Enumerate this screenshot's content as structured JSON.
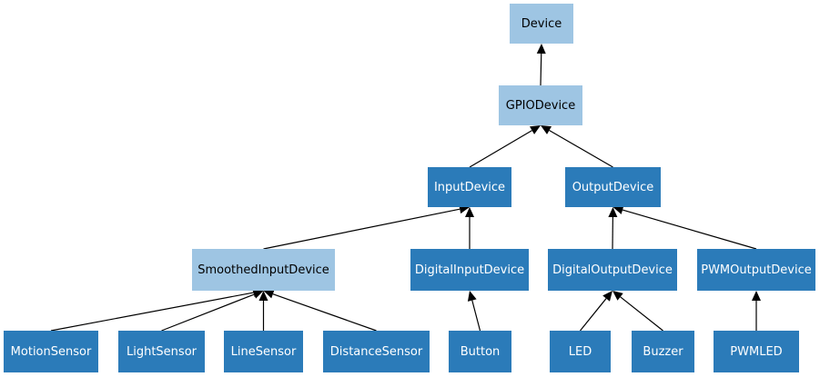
{
  "colors": {
    "abstract_fill": "#9ec5e3",
    "concrete_fill": "#2b7bb9",
    "abstract_text": "#000000",
    "concrete_text": "#ffffff",
    "edge": "#000000"
  },
  "nodes": [
    {
      "id": "device",
      "label": "Device",
      "kind": "abstract"
    },
    {
      "id": "gpio",
      "label": "GPIODevice",
      "kind": "abstract"
    },
    {
      "id": "input",
      "label": "InputDevice",
      "kind": "concrete"
    },
    {
      "id": "output",
      "label": "OutputDevice",
      "kind": "concrete"
    },
    {
      "id": "smoothed",
      "label": "SmoothedInputDevice",
      "kind": "abstract"
    },
    {
      "id": "digitalin",
      "label": "DigitalInputDevice",
      "kind": "concrete"
    },
    {
      "id": "digitalout",
      "label": "DigitalOutputDevice",
      "kind": "concrete"
    },
    {
      "id": "pwmout",
      "label": "PWMOutputDevice",
      "kind": "concrete"
    },
    {
      "id": "motion",
      "label": "MotionSensor",
      "kind": "concrete"
    },
    {
      "id": "light",
      "label": "LightSensor",
      "kind": "concrete"
    },
    {
      "id": "line",
      "label": "LineSensor",
      "kind": "concrete"
    },
    {
      "id": "distance",
      "label": "DistanceSensor",
      "kind": "concrete"
    },
    {
      "id": "button",
      "label": "Button",
      "kind": "concrete"
    },
    {
      "id": "led",
      "label": "LED",
      "kind": "concrete"
    },
    {
      "id": "buzzer",
      "label": "Buzzer",
      "kind": "concrete"
    },
    {
      "id": "pwmled",
      "label": "PWMLED",
      "kind": "concrete"
    }
  ],
  "edges": [
    {
      "from": "gpio",
      "to": "device"
    },
    {
      "from": "input",
      "to": "gpio"
    },
    {
      "from": "output",
      "to": "gpio"
    },
    {
      "from": "smoothed",
      "to": "input"
    },
    {
      "from": "digitalin",
      "to": "input"
    },
    {
      "from": "digitalout",
      "to": "output"
    },
    {
      "from": "pwmout",
      "to": "output"
    },
    {
      "from": "motion",
      "to": "smoothed"
    },
    {
      "from": "light",
      "to": "smoothed"
    },
    {
      "from": "line",
      "to": "smoothed"
    },
    {
      "from": "distance",
      "to": "smoothed"
    },
    {
      "from": "button",
      "to": "digitalin"
    },
    {
      "from": "led",
      "to": "digitalout"
    },
    {
      "from": "buzzer",
      "to": "digitalout"
    },
    {
      "from": "pwmled",
      "to": "pwmout"
    }
  ]
}
